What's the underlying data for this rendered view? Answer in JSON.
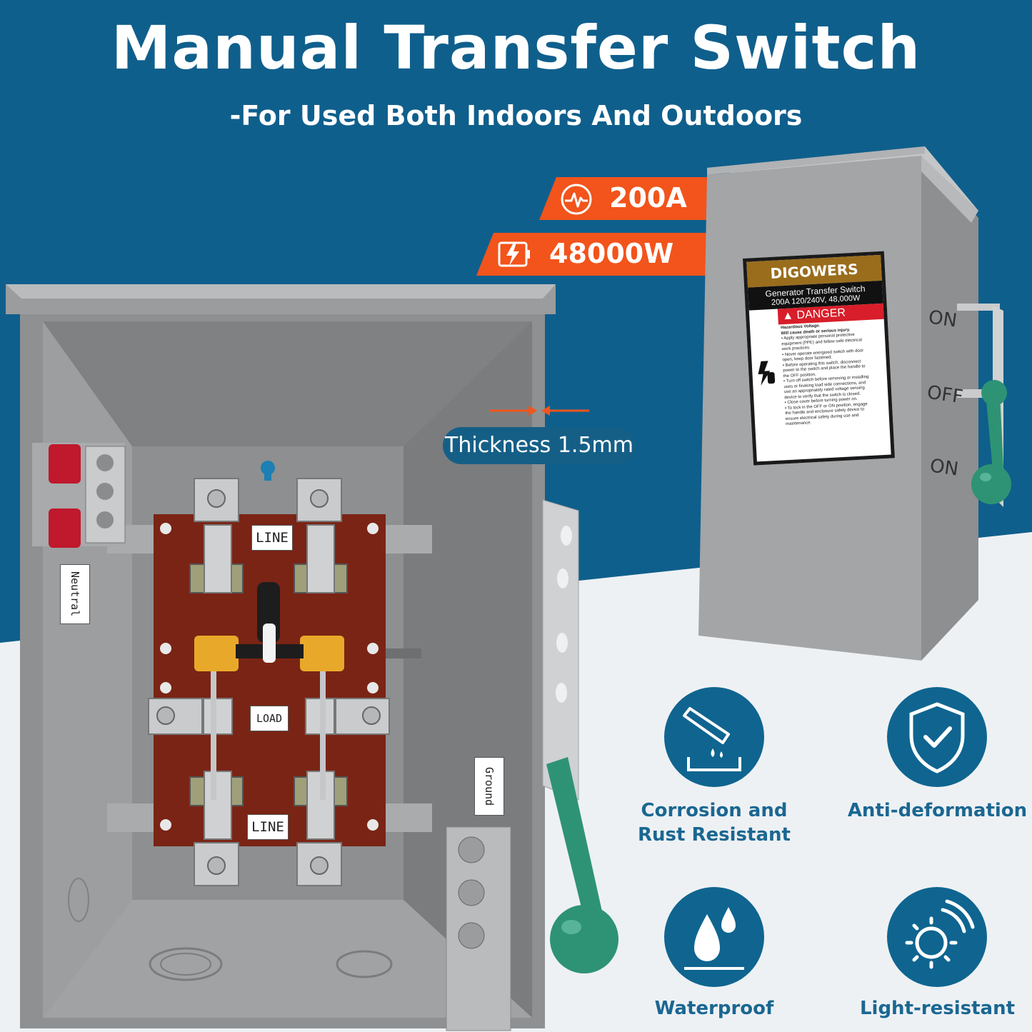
{
  "header": {
    "title": "Manual Transfer Switch",
    "subtitle": "-For Used Both Indoors And Outdoors"
  },
  "badges": [
    {
      "icon": "pulse-icon",
      "text": "200A"
    },
    {
      "icon": "battery-bolt-icon",
      "text": "48000W"
    }
  ],
  "thickness_label": "Thickness 1.5mm",
  "panel_labels": {
    "neutral": "Neutral",
    "ground": "Ground",
    "line_top": "LINE",
    "load": "LOAD",
    "line_bottom": "LINE"
  },
  "enclosure_label": {
    "brand": "DIGOWERS",
    "product": "Generator Transfer Switch",
    "rating": "200A 120/240V, 48,000W",
    "danger": "DANGER",
    "warnings": [
      "Hazardous Voltage.",
      "Will cause death or serious injury.",
      "• Apply appropriate personal protective",
      "equipment (PPE) and follow safe electrical",
      "work practices.",
      "• Never operate energized switch with door",
      "open, keep door fastened.",
      "• Before operating this switch, disconnect",
      "power to the switch and place the handle to",
      "the OFF position.",
      "• Turn off switch before removing or installing",
      "uses or finaking load side connections, and",
      "use an appropriately rated voltage sensing",
      "device to verify that the switch is closed.",
      "• Close cover before turning power on.",
      "• To lock in the OFF or ON position, engage",
      "the handle and enclosure safety device to",
      "ensure electrical safety during use and",
      "maintenance."
    ],
    "positions": [
      "ON",
      "OFF",
      "ON"
    ]
  },
  "features": [
    {
      "icon": "corrosion-icon",
      "label_line1": "Corrosion and",
      "label_line2": "Rust Resistant"
    },
    {
      "icon": "shield-check-icon",
      "label_line1": "Anti-deformation",
      "label_line2": ""
    },
    {
      "icon": "water-drop-icon",
      "label_line1": "Waterproof",
      "label_line2": ""
    },
    {
      "icon": "sun-icon",
      "label_line1": "Light-resistant",
      "label_line2": ""
    }
  ],
  "colors": {
    "header_blue": "#0f5f8c",
    "badge_orange": "#f2541b",
    "feature_blue": "#0f6590",
    "panel_red": "#7a2415",
    "handle_green": "#2e9374",
    "enclosure_gray": "#a3a5a7"
  }
}
